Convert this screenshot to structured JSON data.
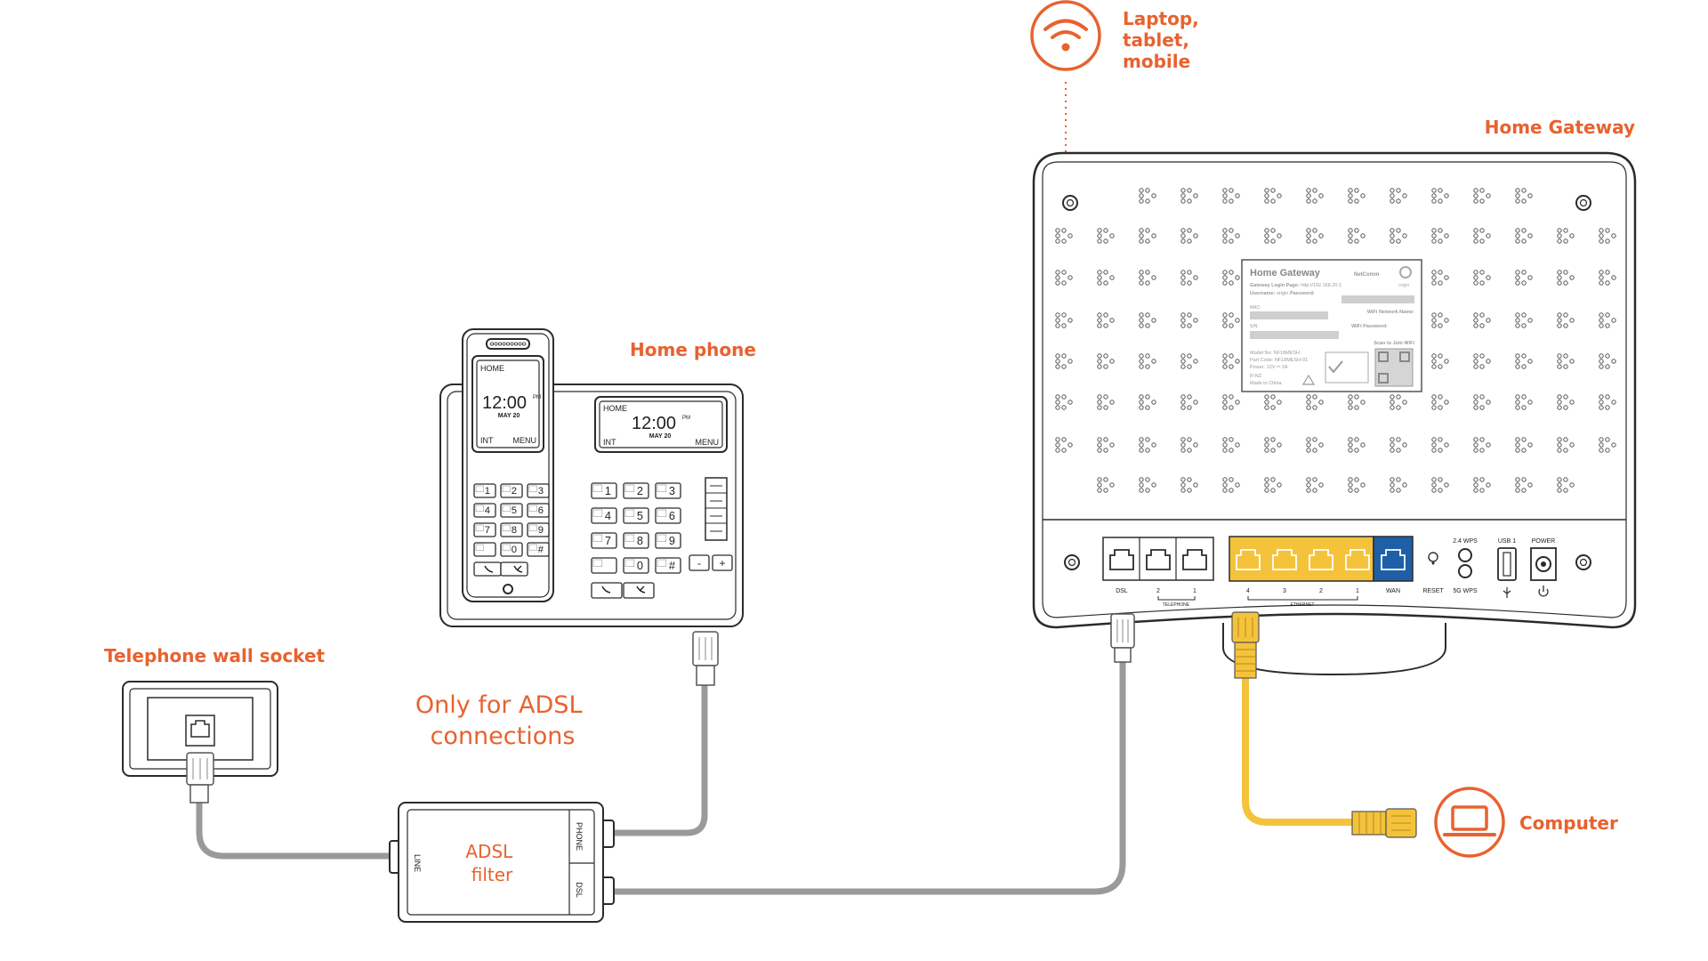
{
  "labels": {
    "laptop": [
      "Laptop,",
      "tablet,",
      "mobile"
    ],
    "home_gateway": "Home Gateway",
    "home_phone": "Home phone",
    "wall_socket": "Telephone wall socket",
    "adsl_note": [
      "Only for ADSL",
      "connections"
    ],
    "adsl_filter": [
      "ADSL",
      "filter"
    ],
    "computer": "Computer"
  },
  "filter_ports": {
    "line": "LINE",
    "phone": "PHONE",
    "dsl": "DSL"
  },
  "handset": {
    "home": "HOME",
    "time": "12:00",
    "ampm": "PM",
    "date": "MAY 20",
    "left_soft": "INT",
    "right_soft": "MENU"
  },
  "base": {
    "home": "HOME",
    "time": "12:00",
    "ampm": "PM",
    "date": "MAY 20",
    "left_soft": "INT",
    "right_soft": "MENU"
  },
  "keypad": [
    "1",
    "2",
    "3",
    "4",
    "5",
    "6",
    "7",
    "8",
    "9",
    "",
    "0",
    "#"
  ],
  "base_extra_keys": [
    "-",
    "+"
  ],
  "gateway_ports": {
    "dsl": "DSL",
    "telephone": "TELEPHONE",
    "telephone_nums": [
      "2",
      "1"
    ],
    "ethernet": "ETHERNET",
    "ethernet_nums": [
      "4",
      "3",
      "2",
      "1"
    ],
    "wan": "WAN",
    "reset": "RESET",
    "wps24": "2.4 WPS",
    "wps5": "5G WPS",
    "usb": "USB 1",
    "power": "POWER"
  },
  "gateway_sticker": {
    "title": "Home Gateway",
    "brand": "NetComm",
    "brand2": "origin",
    "login_label": "Gateway Login Page:",
    "login_url": "http://192.168.20.1",
    "user_label": "Username:",
    "user_value": "origin",
    "pass_label": "Password:",
    "wifi_name_label": "WiFi Network Name:",
    "wifi_pass_label": "WiFi Password:",
    "scan_label": "Scan to Join WiFi",
    "model": "Model No: NF18MESH",
    "part": "Part Code: NF18MESH-01",
    "power": "Power: 12V ⎓ 2A",
    "region": "R-NZ",
    "made": "Made in China",
    "mac": "MAC:",
    "sn": "S/N:"
  },
  "colors": {
    "accent": "#e8622f",
    "cable_gray": "#9a9a9a",
    "cable_yellow": "#f5c33b",
    "ethernet_port_bg": "#f5c33b",
    "wan_port_bg": "#1f5fa8",
    "outline": "#2b2b2b"
  },
  "icons": {
    "wifi": "wifi-icon",
    "laptop": "laptop-icon"
  }
}
